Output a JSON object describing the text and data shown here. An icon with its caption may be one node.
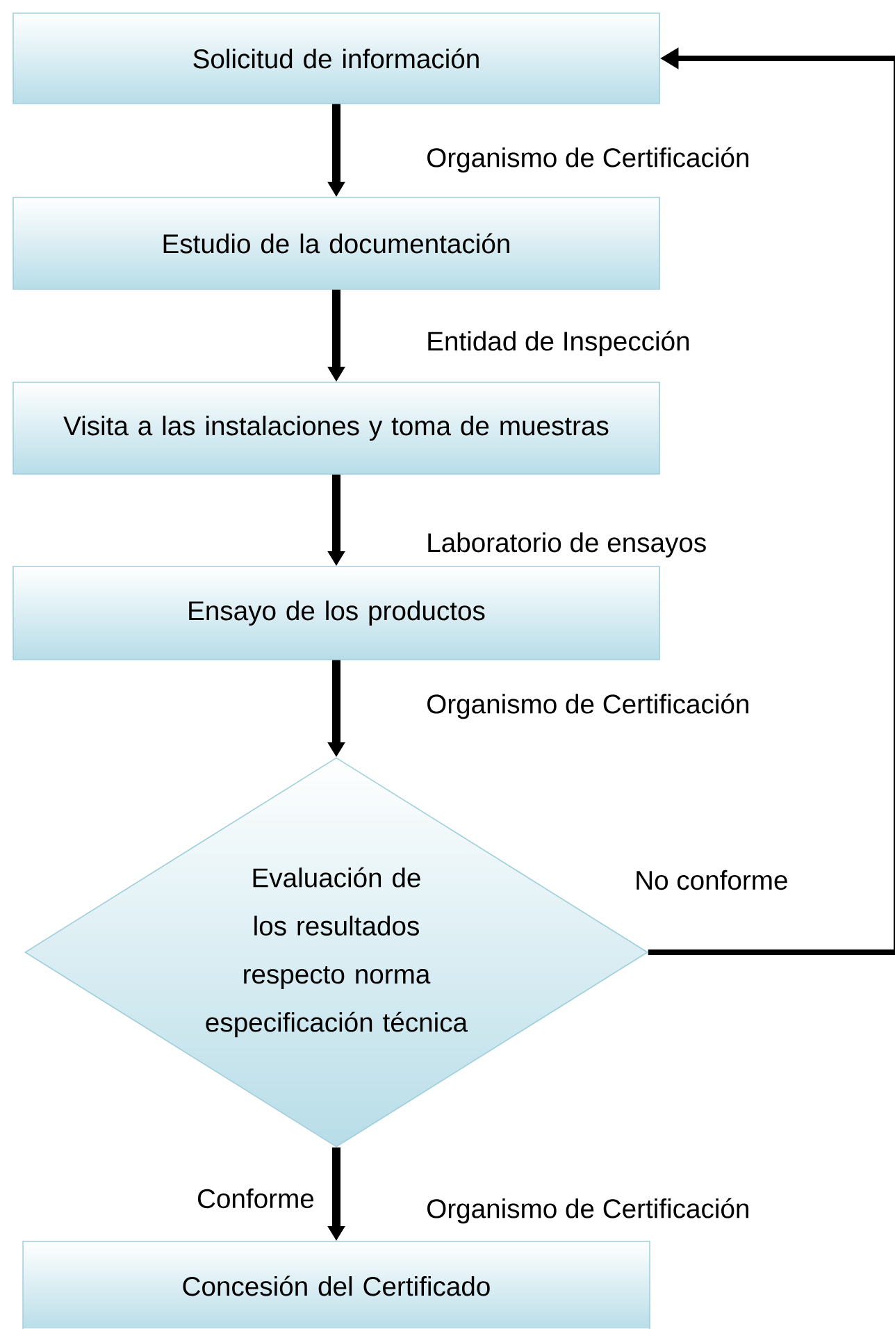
{
  "diagram": {
    "nodes": [
      {
        "text": [
          "Solicitud de información"
        ]
      },
      {
        "text": [
          "Estudio de la documentación"
        ]
      },
      {
        "text": [
          "Visita a las instalaciones y toma de muestras"
        ]
      },
      {
        "text": [
          "Ensayo de los productos"
        ]
      },
      {
        "text": [
          "Evaluación de los resultados respecto norma especificación técnica"
        ]
      },
      {
        "text": [
          "Concesión del Certificado"
        ]
      }
    ],
    "edges": [
      {
        "from": 0,
        "to": 1,
        "arrow": "to",
        "label": "Organismo de Certificación"
      },
      {
        "from": 1,
        "to": 2,
        "arrow": "to",
        "label": "Entidad de Inspección"
      },
      {
        "from": 2,
        "to": 3,
        "arrow": "to",
        "label": "Laboratorio de ensayos"
      },
      {
        "from": 3,
        "to": 4,
        "arrow": "to",
        "label": "Organismo de Certificación"
      },
      {
        "from": 4,
        "to": 5,
        "arrow": "to",
        "label": "Conforme"
      },
      {
        "from": 4,
        "to": 0,
        "arrow": "to",
        "label": "No conforme"
      }
    ],
    "labels": [
      "Organismo de Certificación"
    ]
  }
}
